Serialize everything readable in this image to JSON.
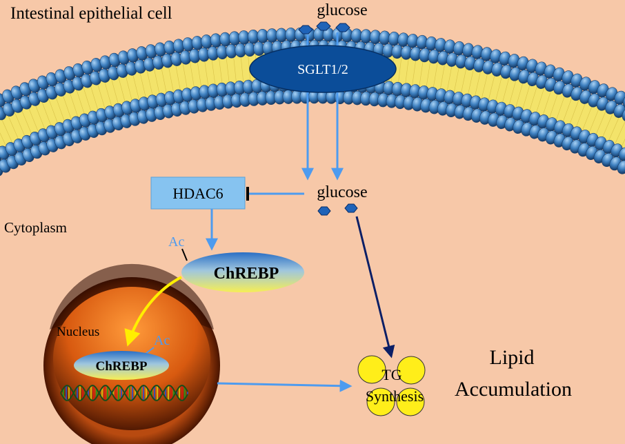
{
  "labels": {
    "cell": "Intestinal epithelial cell",
    "glucose_outside": "glucose",
    "transporter": "SGLT1/2",
    "glucose_inside": "glucose",
    "hdac": "HDAC6",
    "cytoplasm": "Cytoplasm",
    "acetyl_cyto": "Ac",
    "chrebp_cyto": "ChREBP",
    "nucleus": "Nucleus",
    "acetyl_nuc": "Ac",
    "chrebp_nuc": "ChREBP",
    "tg_line1": "TG",
    "tg_line2": "Synthesis",
    "lipid_line1": "Lipid",
    "lipid_line2": "Accumulation"
  },
  "colors": {
    "background": "#f7c8a8",
    "membrane_head": "#2f6fa8",
    "membrane_core": "#f3e36a",
    "transporter": "#0b4d99",
    "hdac_box": "#86c3f0",
    "arrow_blue": "#4d9bef",
    "arrow_dark": "#0b1f66",
    "arrow_yellow": "#ffee00",
    "nucleus_dark": "#5a1800",
    "nucleus_light": "#ff8a2a",
    "lipid_droplet": "#ffee1a",
    "glucose_molecule": "#1f63b8"
  }
}
